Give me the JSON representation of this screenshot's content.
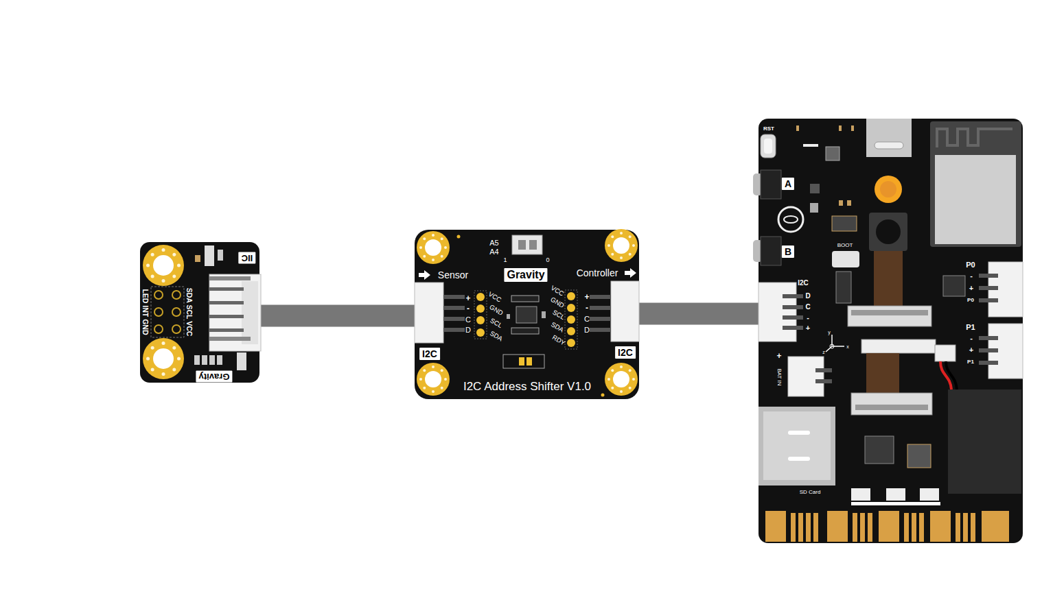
{
  "diagram": {
    "nodes": [
      {
        "text": [
          "IIC",
          "SDA SCL VCC",
          "LED INT GND",
          "Gravity"
        ]
      },
      {
        "text": [
          "A5",
          "A4",
          "1",
          "0",
          "Sensor",
          "Controller",
          "Gravity",
          "+",
          "-",
          "C",
          "D",
          "VCC",
          "GND",
          "SCL",
          "SDA",
          "VCC",
          "GND",
          "SCL",
          "SDA",
          "RDY",
          "+",
          "-",
          "C",
          "D",
          "I2C",
          "I2C",
          "I2C Address Shifter V1.0"
        ]
      },
      {
        "text": [
          "RST",
          "A",
          "B",
          "BOOT",
          "I2C",
          "D",
          "C",
          "-",
          "+",
          "P0",
          "-",
          "+",
          "P0",
          "P1",
          "-",
          "+",
          "P1",
          "+",
          "BAT IN",
          "SD Card",
          "x",
          "y",
          "z"
        ]
      }
    ],
    "edges": [
      {
        "from": 0,
        "to": 1,
        "arrow": "none"
      },
      {
        "from": 1,
        "to": 2,
        "arrow": "none"
      }
    ]
  }
}
